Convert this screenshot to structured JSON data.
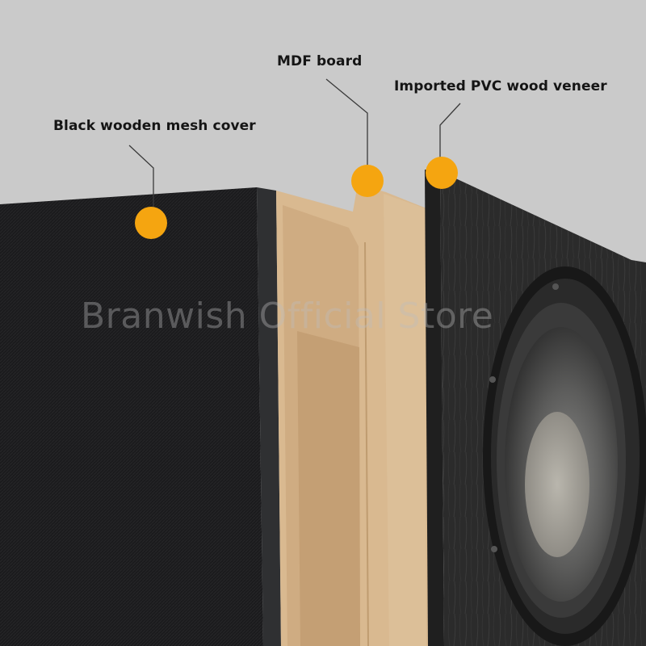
{
  "labels": {
    "mesh_cover": "Black wooden mesh cover",
    "mdf": "MDF board",
    "pvc_veneer": "Imported PVC wood veneer"
  },
  "watermark": "Branwish Official Store",
  "colors": {
    "background": "#cacaca",
    "marker": "#f5a510",
    "mesh": "#1b1b1d",
    "mdf": "#d9b990",
    "veneer": "#2a2a2a"
  }
}
